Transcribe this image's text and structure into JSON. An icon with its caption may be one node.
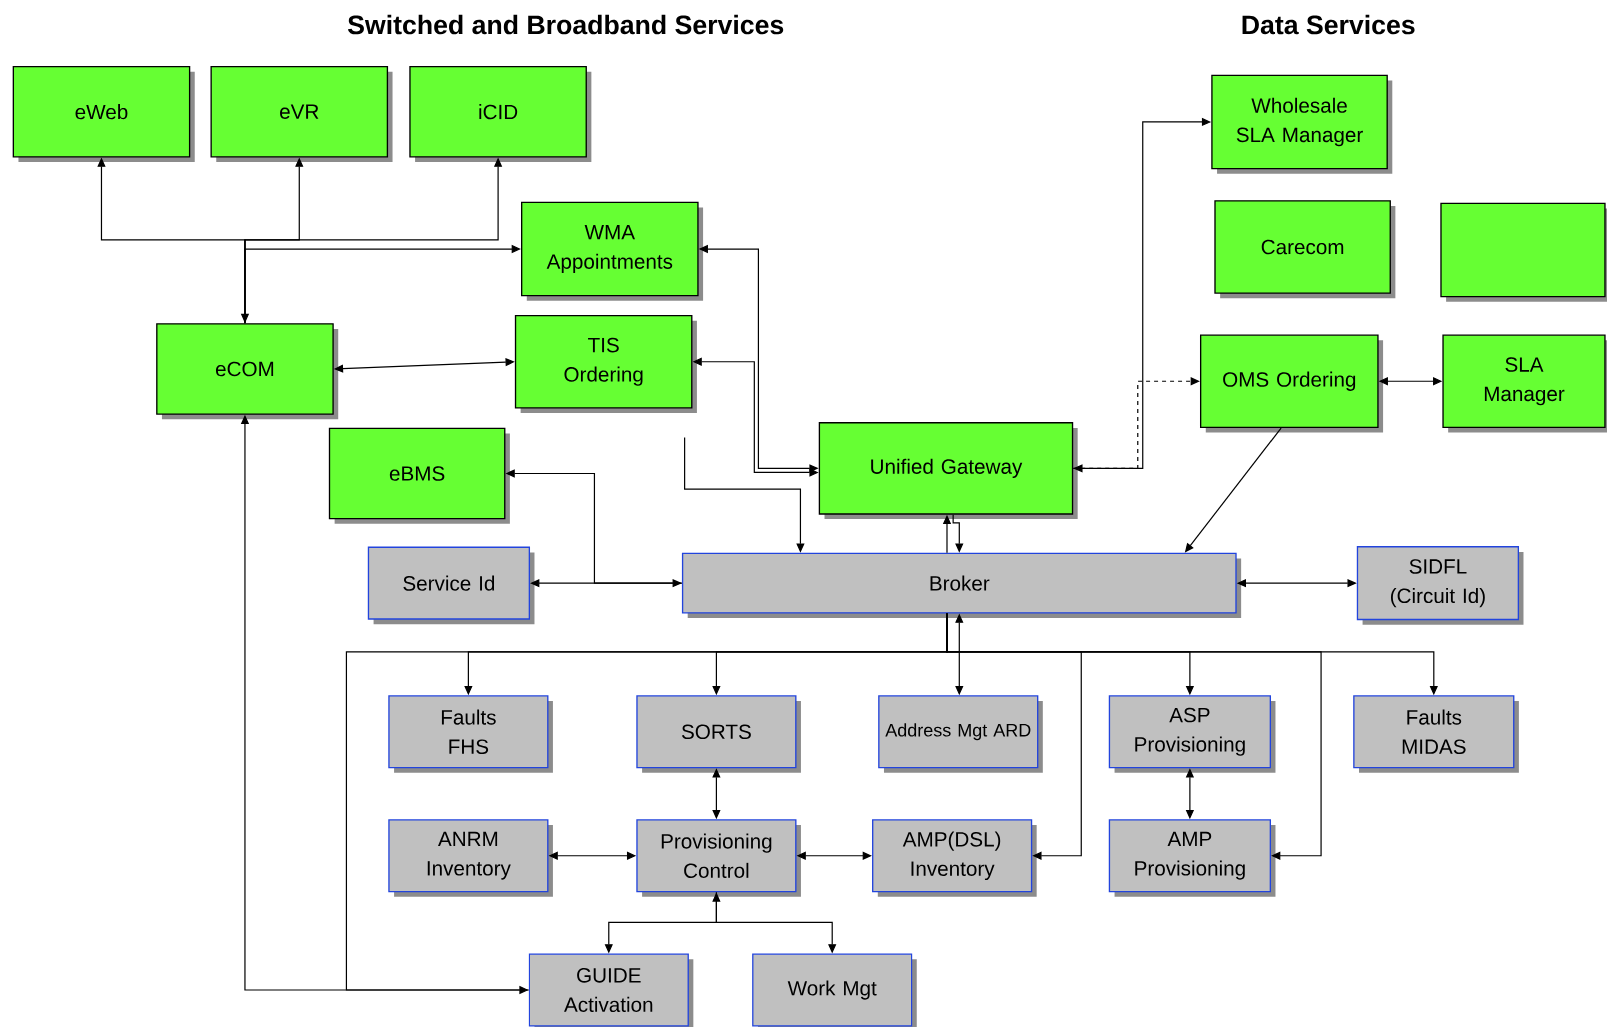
{
  "diagram": {
    "nodes": [
      {
        "text": [
          "eWeb"
        ]
      },
      {
        "text": [
          "eVR"
        ]
      },
      {
        "text": [
          "iCID"
        ]
      },
      {
        "text": [
          "WMA Appointments"
        ]
      },
      {
        "text": [
          "eCOM"
        ]
      },
      {
        "text": [
          "TIS Ordering"
        ]
      },
      {
        "text": [
          "eBMS"
        ]
      },
      {
        "text": [
          "Unified Gateway"
        ]
      },
      {
        "text": [
          "Wholesale SLA Manager"
        ]
      },
      {
        "text": [
          "Carecom"
        ]
      },
      {
        "text": [],
        "shape": "box"
      },
      {
        "text": [
          "OMS Ordering"
        ]
      },
      {
        "text": [
          "SLA Manager"
        ]
      },
      {
        "text": [
          "Service Id"
        ]
      },
      {
        "text": [
          "Broker"
        ]
      },
      {
        "text": [
          "SIDFL (Circuit Id)"
        ]
      },
      {
        "text": [
          "Faults FHS"
        ]
      },
      {
        "text": [
          "SORTS"
        ]
      },
      {
        "text": [
          "Address Mgt ARD"
        ]
      },
      {
        "text": [
          "ASP Provisioning"
        ]
      },
      {
        "text": [
          "Faults MIDAS"
        ]
      },
      {
        "text": [
          "ANRM Inventory"
        ]
      },
      {
        "text": [
          "Provisioning Control"
        ]
      },
      {
        "text": [
          "AMP(DSL) Inventory"
        ]
      },
      {
        "text": [
          "AMP Provisioning"
        ]
      },
      {
        "text": [
          "GUIDE Activation"
        ]
      },
      {
        "text": [
          "Work Mgt"
        ]
      }
    ],
    "edges": [
      {
        "from": 4,
        "to": 0,
        "arrow": "to"
      },
      {
        "from": 4,
        "to": 1,
        "arrow": "to"
      },
      {
        "from": 4,
        "to": 2,
        "arrow": "to"
      },
      {
        "from": 4,
        "to": 3,
        "arrow": "both"
      },
      {
        "from": 4,
        "to": 5,
        "arrow": "both"
      },
      {
        "from": 3,
        "to": 7,
        "arrow": "both"
      },
      {
        "from": 5,
        "to": 7,
        "arrow": "both"
      },
      {
        "from": 14,
        "to": 6,
        "arrow": "to"
      },
      {
        "from": 13,
        "to": 14,
        "arrow": "both"
      },
      {
        "from": null,
        "to": 14,
        "arrow": "to"
      },
      {
        "from": 14,
        "to": 7,
        "arrow": "to"
      },
      {
        "from": 7,
        "to": 14,
        "arrow": "to"
      },
      {
        "from": 7,
        "to": 8,
        "arrow": "both"
      },
      {
        "from": 7,
        "to": 11,
        "arrow": "to",
        "style": "dashed"
      },
      {
        "from": 11,
        "to": 12,
        "arrow": "both"
      },
      {
        "from": 11,
        "to": 14,
        "arrow": "to"
      },
      {
        "from": 14,
        "to": 15,
        "arrow": "both"
      },
      {
        "from": 14,
        "to": 18,
        "arrow": "both"
      },
      {
        "from": 14,
        "to": 16,
        "arrow": "to"
      },
      {
        "from": 14,
        "to": 17,
        "arrow": "to"
      },
      {
        "from": 14,
        "to": 19,
        "arrow": "to"
      },
      {
        "from": 14,
        "to": 20,
        "arrow": "to"
      },
      {
        "from": 14,
        "to": 23,
        "arrow": "to"
      },
      {
        "from": 14,
        "to": 24,
        "arrow": "to"
      },
      {
        "from": 14,
        "to": 25,
        "arrow": "none"
      },
      {
        "from": 17,
        "to": 22,
        "arrow": "both"
      },
      {
        "from": 21,
        "to": 22,
        "arrow": "both"
      },
      {
        "from": 22,
        "to": 23,
        "arrow": "both"
      },
      {
        "from": 19,
        "to": 24,
        "arrow": "both"
      },
      {
        "from": 22,
        "to": 25,
        "arrow": "both"
      },
      {
        "from": 22,
        "to": 26,
        "arrow": "to"
      },
      {
        "from": 4,
        "to": 25,
        "arrow": "both"
      }
    ],
    "labels": [
      "Switched and Broadband Services",
      "Data Services"
    ]
  }
}
